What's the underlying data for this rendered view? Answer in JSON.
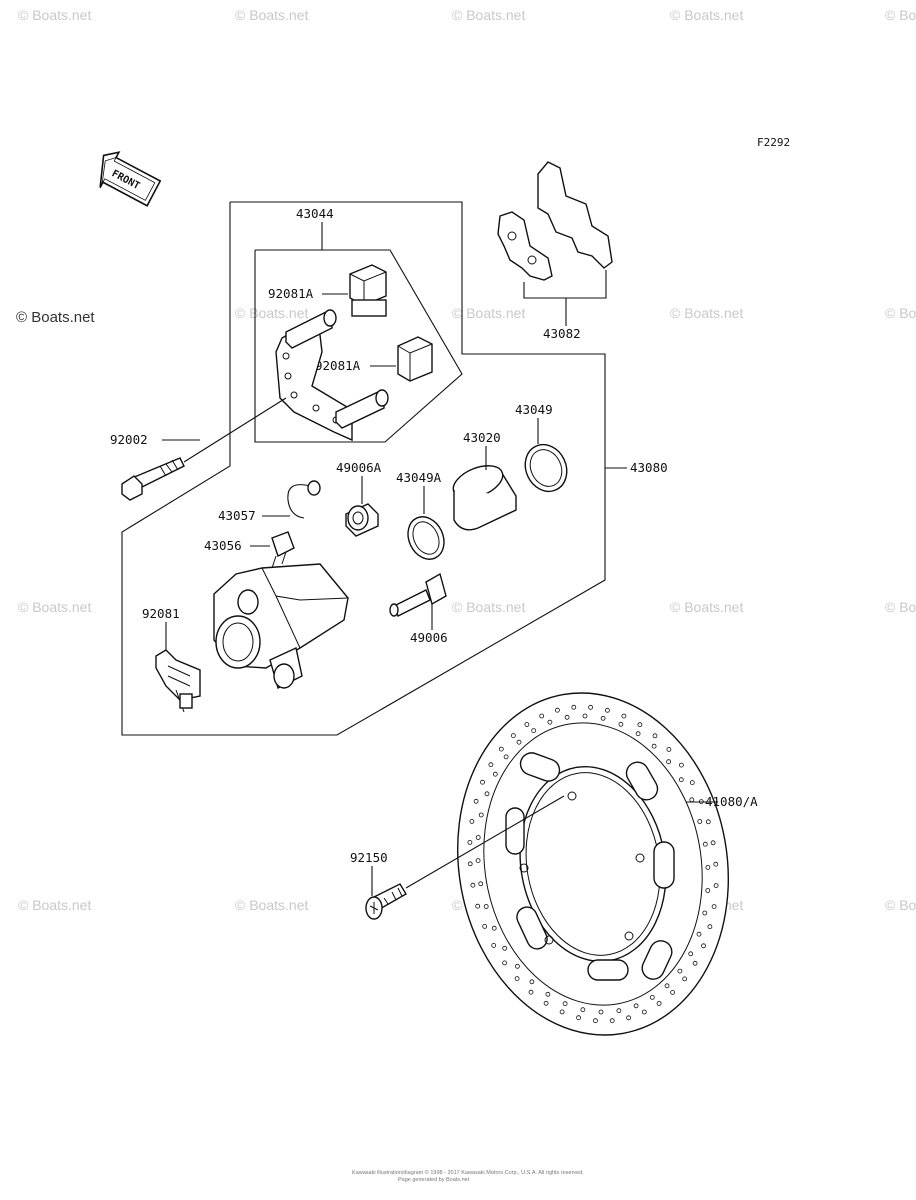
{
  "diagram_code": "F2292",
  "front_label": "FRONT",
  "brand_watermark": "© Boats.net",
  "parts": {
    "p43044": "43044",
    "p92081A_1": "92081A",
    "p92081A_2": "92081A",
    "p92002": "92002",
    "p43082": "43082",
    "p43080": "43080",
    "p43049": "43049",
    "p43020": "43020",
    "p49006A": "49006A",
    "p43049A": "43049A",
    "p43057": "43057",
    "p43056": "43056",
    "p92081": "92081",
    "p49006": "49006",
    "p41080A": "41080/A",
    "p92150": "92150"
  },
  "footer": {
    "line1": "Kawasaki illustration/diagram © 1998 - 2017 Kawasaki Motors Corp., U.S.A. All rights reserved.",
    "line2": "Page generated by Boats.net"
  }
}
